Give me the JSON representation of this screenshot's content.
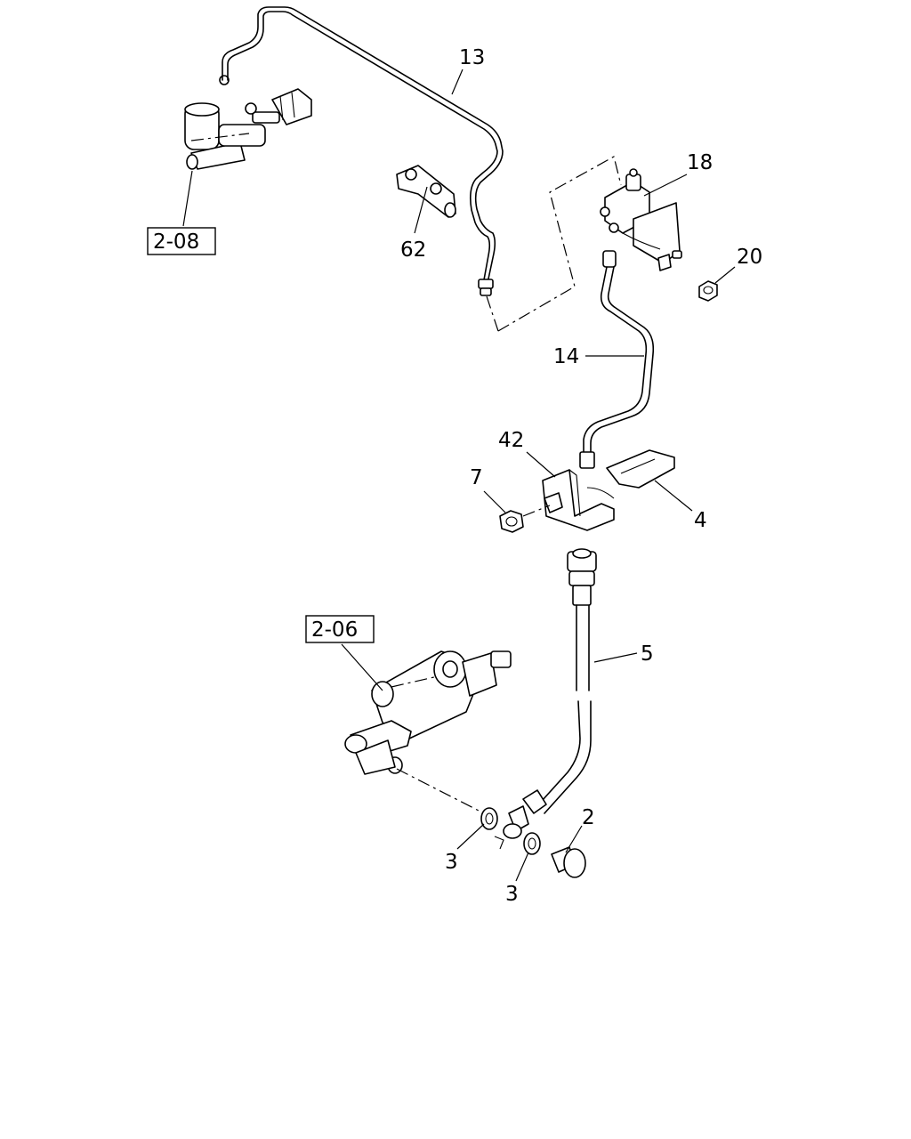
{
  "callouts": {
    "p13": "13",
    "p18": "18",
    "p20": "20",
    "p62": "62",
    "p14": "14",
    "p42": "42",
    "p7": "7",
    "p4": "4",
    "p5": "5",
    "p2": "2",
    "p3a": "3",
    "p3b": "3"
  },
  "references": {
    "ref_top": "2-08",
    "ref_mid": "2-06"
  }
}
